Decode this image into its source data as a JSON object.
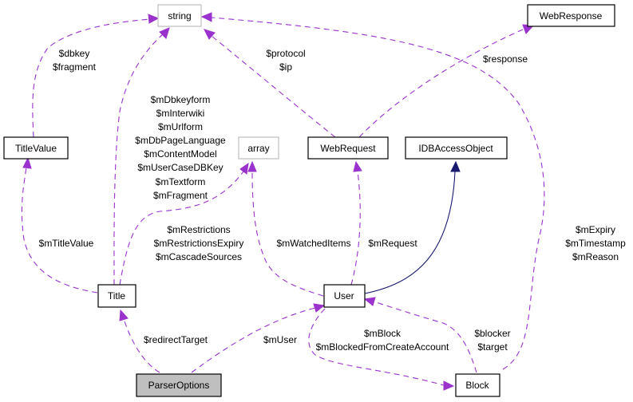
{
  "diagram": {
    "colors": {
      "usage_edge": "#9a32cd",
      "inheritance_edge": "#191970",
      "focus_fill": "#bfbfbf",
      "external_border": "#bfbfbf"
    },
    "nodes": {
      "string": "string",
      "webresponse": "WebResponse",
      "titlevalue": "TitleValue",
      "array": "array",
      "webrequest": "WebRequest",
      "idbaccessobject": "IDBAccessObject",
      "title": "Title",
      "user": "User",
      "parseroptions": "ParserOptions",
      "block": "Block"
    },
    "edge_labels": {
      "titlevalue_string": [
        "$dbkey",
        "$fragment"
      ],
      "webrequest_string": [
        "$protocol",
        "$ip"
      ],
      "webrequest_webresponse": [
        "$response"
      ],
      "title_string": [
        "$mDbkeyform",
        "$mInterwiki",
        "$mUrlform",
        "$mDbPageLanguage",
        "$mContentModel",
        "$mUserCaseDBKey",
        "$mTextform",
        "$mFragment"
      ],
      "title_array": [
        "$mRestrictions",
        "$mRestrictionsExpiry",
        "$mCascadeSources"
      ],
      "title_titlevalue": [
        "$mTitleValue"
      ],
      "user_array": [
        "$mWatchedItems"
      ],
      "user_webrequest": [
        "$mRequest"
      ],
      "block_string": [
        "$mExpiry",
        "$mTimestamp",
        "$mReason"
      ],
      "parseroptions_title": [
        "$redirectTarget"
      ],
      "parseroptions_user": [
        "$mUser"
      ],
      "user_block": [
        "$mBlock",
        "$mBlockedFromCreateAccount"
      ],
      "block_user": [
        "$blocker",
        "$target"
      ]
    }
  }
}
